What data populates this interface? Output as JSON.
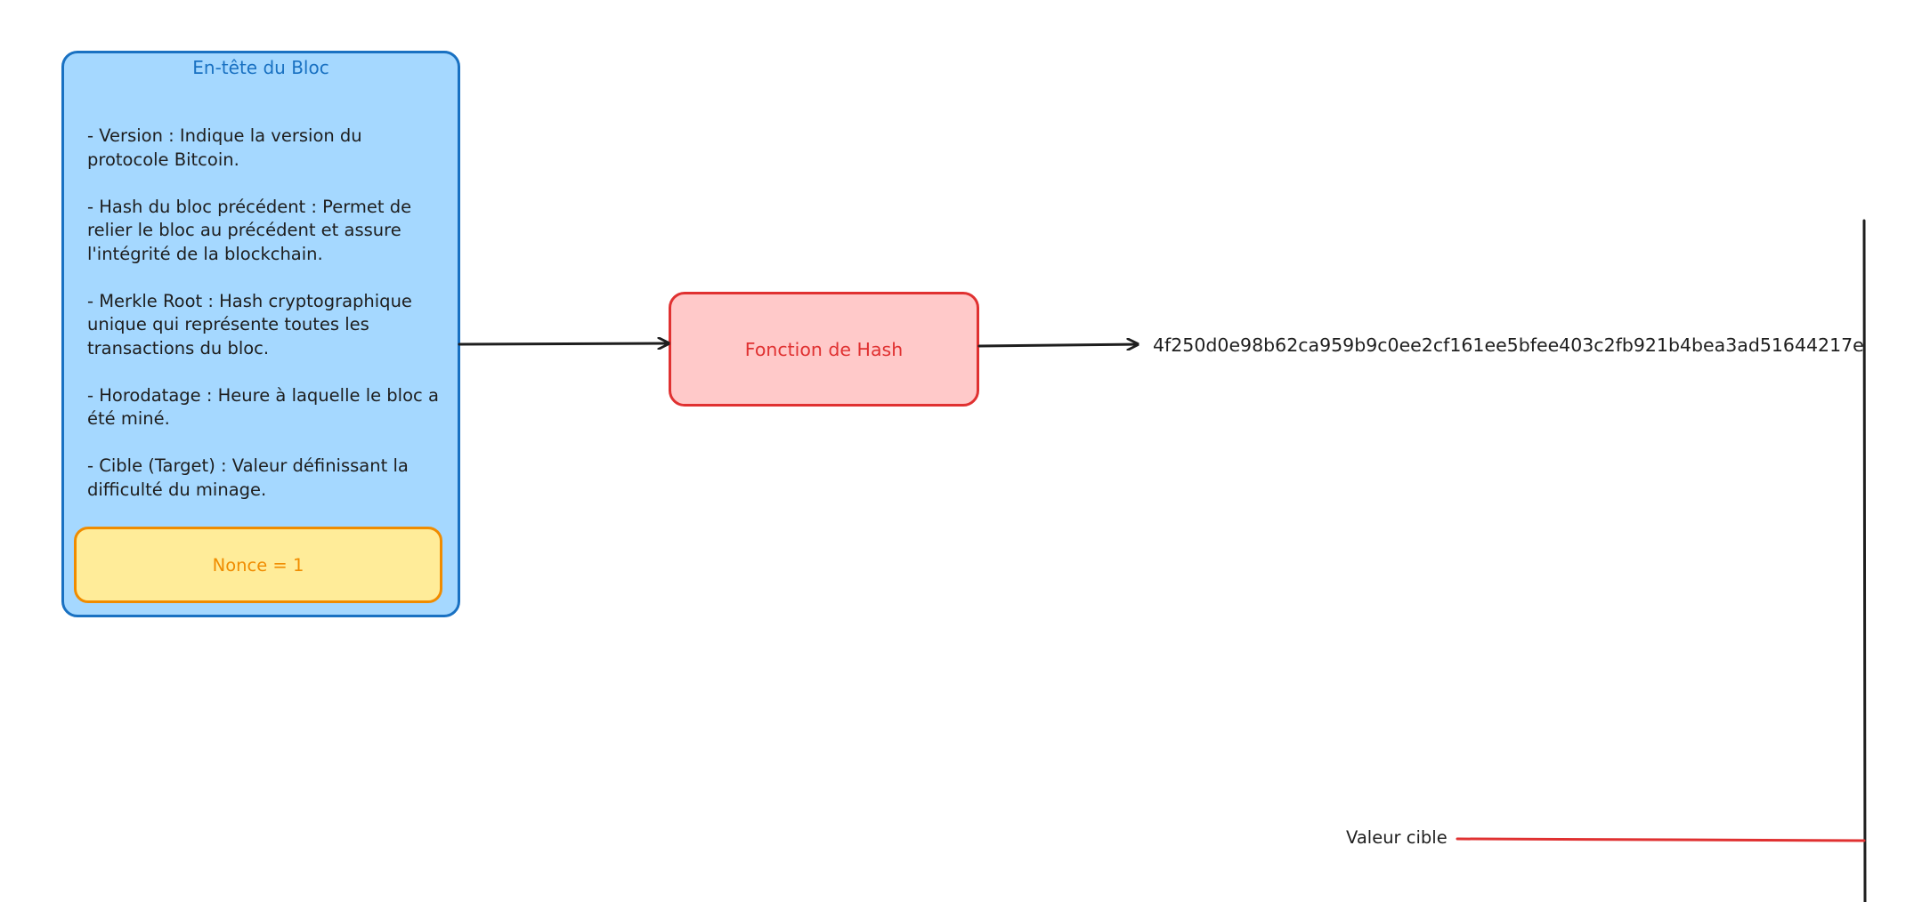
{
  "block_header": {
    "title": "En-tête du Bloc",
    "fields": [
      "- Version : Indique la version du protocole Bitcoin.",
      "- Hash du bloc précédent : Permet de relier le bloc au précédent et assure l'intégrité de la blockchain.",
      "- Merkle Root : Hash cryptographique unique qui représente toutes les transactions du bloc.",
      "- Horodatage : Heure à laquelle le bloc a été miné.",
      "- Cible (Target) : Valeur définissant la difficulté du minage."
    ],
    "nonce": "Nonce = 1"
  },
  "hash_function": {
    "label": "Fonction de Hash"
  },
  "hash_output": "4f250d0e98b62ca959b9c0ee2cf161ee5bfee403c2fb921b4bea3ad51644217e",
  "target": {
    "label": "Valeur cible"
  },
  "colors": {
    "header_fill": "#a5d8ff",
    "header_stroke": "#1971c2",
    "nonce_fill": "#ffec99",
    "nonce_stroke": "#f08c00",
    "hash_fill": "#ffc9c9",
    "hash_stroke": "#e03131",
    "text": "#1e1e1e",
    "target_line": "#e03131"
  }
}
